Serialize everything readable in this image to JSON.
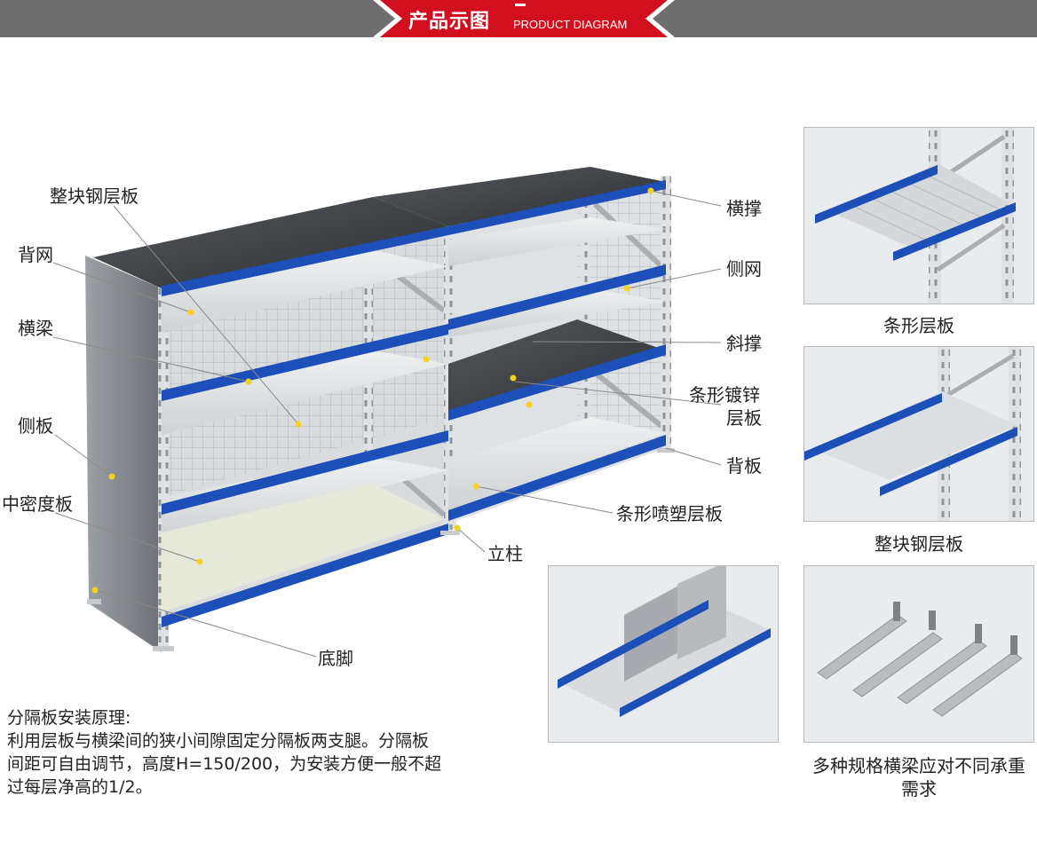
{
  "header": {
    "title": "产品示图",
    "subtitle": "PRODUCT DIAGRAM",
    "accent_color": "#d20f1e",
    "bar_color": "#6e6e6e"
  },
  "callouts": {
    "whole_steel_shelf": "整块钢层板",
    "back_mesh": "背网",
    "cross_beam": "横梁",
    "side_panel": "侧板",
    "mdf_board": "中密度板",
    "cross_brace": "横撑",
    "side_mesh": "侧网",
    "diagonal_brace": "斜撑",
    "galv_strip_shelf_line1": "条形镀锌",
    "galv_strip_shelf_line2": "层板",
    "back_panel": "背板",
    "powder_strip_shelf": "条形喷塑层板",
    "upright": "立柱",
    "foot": "底脚"
  },
  "panels": {
    "strip_shelf_caption": "条形层板",
    "steel_shelf_caption": "整块钢层板",
    "beams_caption_line1": "多种规格横梁应对不同承重",
    "beams_caption_line2": "需求"
  },
  "note": {
    "title": "分隔板安装原理:",
    "line1": "利用层板与横梁间的狭小间隙固定分隔板两支腿。分隔板",
    "line2": "间距可自由调节，高度H=150/200，为安装方便一般不超",
    "line3": "过每层净高的1/2。"
  },
  "colors": {
    "beam_blue": "#1d4fb8",
    "frame_gray": "#cfd3d6",
    "shelf_light": "#e4e6e7",
    "shelf_dark": "#3a3d40",
    "marker_yellow": "#f4d21e"
  }
}
